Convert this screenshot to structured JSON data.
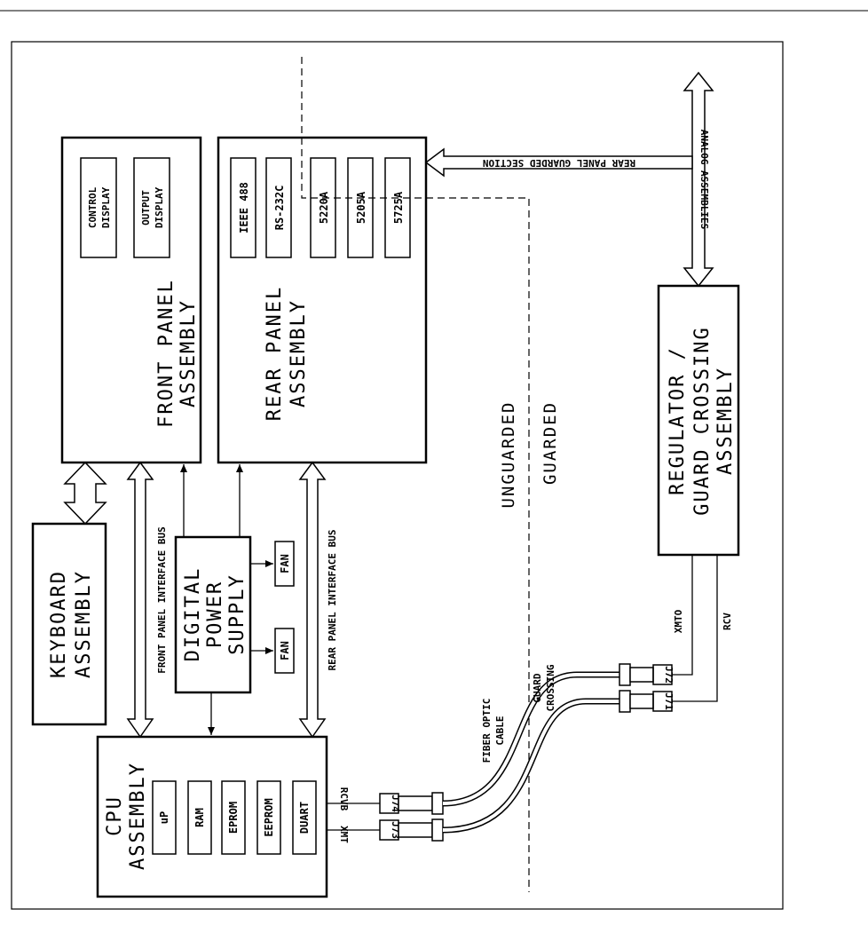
{
  "labels": {
    "keyboard": [
      "KEYBOARD",
      "ASSEMBLY"
    ],
    "front_panel": [
      "FRONT PANEL",
      "ASSEMBLY"
    ],
    "control_display": [
      "CONTROL",
      "DISPLAY"
    ],
    "output_display": [
      "OUTPUT",
      "DISPLAY"
    ],
    "rear_panel": [
      "REAR PANEL",
      "ASSEMBLY"
    ],
    "ieee": "IEEE 488",
    "rs232": "RS-232C",
    "m5220a": "5220A",
    "m5205a": "5205A",
    "m5725a": "5725A",
    "digital_power": [
      "DIGITAL",
      "POWER",
      "SUPPLY"
    ],
    "fan1": "FAN",
    "fan2": "FAN",
    "front_bus": "FRONT PANEL INTERFACE BUS",
    "rear_bus": "REAR PANEL INTERFACE BUS",
    "cpu": [
      "CPU",
      "ASSEMBLY"
    ],
    "up": "uP",
    "ram": "RAM",
    "eprom": "EPROM",
    "eeprom": "EEPROM",
    "duart": "DUART",
    "rcvb": "RCVB",
    "xmt": "XMT",
    "j74": "J74",
    "j73": "J73",
    "unguarded": "UNGUARDED",
    "guarded": "GUARDED",
    "fiber": [
      "FIBER OPTIC",
      "CABLE"
    ],
    "guard_crossing": [
      "GUARD",
      "CROSSING"
    ],
    "j72": "J72",
    "j71": "J71",
    "xmto": "XMTO",
    "rcv": "RCV",
    "regulator": [
      "REGULATOR /",
      "GUARD CROSSING",
      "ASSEMBLY"
    ],
    "analog": "ANALOG ASSEMBLIES",
    "rear_guarded": "REAR PANEL GUARDED SECTION"
  }
}
